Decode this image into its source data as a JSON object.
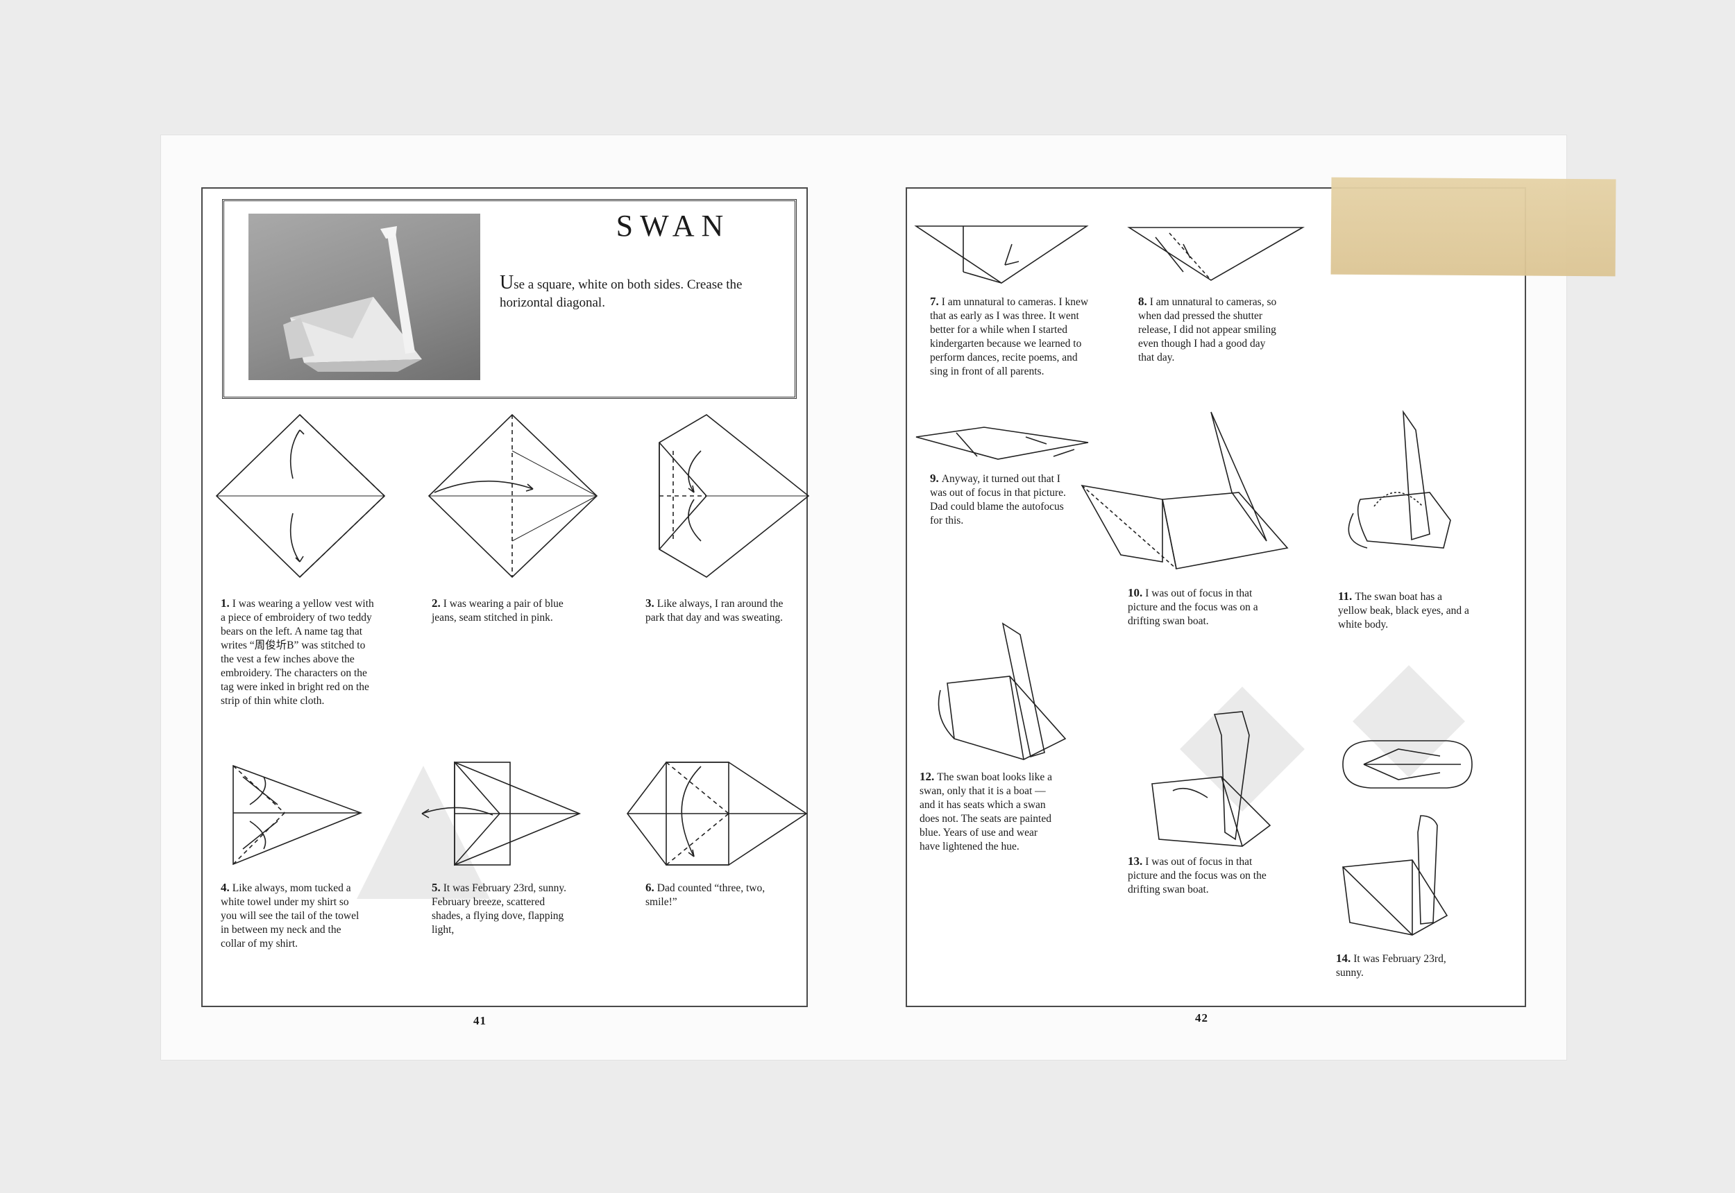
{
  "pages": {
    "left": {
      "title": "SWAN",
      "intro_first_letter": "U",
      "intro_rest": "se a square, white on both sides. Crease the horizontal diagonal.",
      "page_number": "41",
      "steps": [
        {
          "num": "1.",
          "text": "I was wearing a yellow vest with a piece of embroidery of two teddy bears on the left. A name tag that writes “周俊圻B” was stitched to the vest a few inches above the embroidery. The characters on the tag were inked in bright red on the strip of thin white cloth."
        },
        {
          "num": "2.",
          "text": "I was wearing a pair of blue jeans, seam stitched in pink."
        },
        {
          "num": "3.",
          "text": "Like always, I ran around the park that day and was sweating."
        },
        {
          "num": "4.",
          "text": "Like always, mom tucked a white towel under my shirt so you will see the tail of the towel in between my neck and the collar of my shirt."
        },
        {
          "num": "5.",
          "text": "It was February 23rd, sunny. February breeze, scattered shades, a flying dove, flapping light,"
        },
        {
          "num": "6.",
          "text": "Dad counted “three, two, smile!”"
        }
      ]
    },
    "right": {
      "page_number": "42",
      "steps": [
        {
          "num": "7.",
          "text": "I am unnatural to cameras. I knew that as early as I was three. It went better for a while when I started kindergarten because we learned to perform dances, recite poems, and sing in front of all parents."
        },
        {
          "num": "8.",
          "text": "I am unnatural to cameras, so when dad pressed the shutter release, I did not appear smiling even though I had a good day that day."
        },
        {
          "num": "9.",
          "text": "Anyway, it turned out that I was out of focus in that picture. Dad could blame the autofocus for this."
        },
        {
          "num": "10.",
          "text": "I was out of focus in that picture and the focus was on a drifting swan boat."
        },
        {
          "num": "11.",
          "text": "The swan boat has a yellow beak, black eyes, and a white body."
        },
        {
          "num": "12.",
          "text": "The swan boat looks like a swan, only that it is a boat — and it has seats which a swan does not. The seats are painted blue. Years of use and wear have lightened the hue."
        },
        {
          "num": "13.",
          "text": "I was out of focus in that picture and the focus was on the drifting swan boat."
        },
        {
          "num": "14.",
          "text": "It was February 23rd, sunny."
        }
      ]
    }
  }
}
